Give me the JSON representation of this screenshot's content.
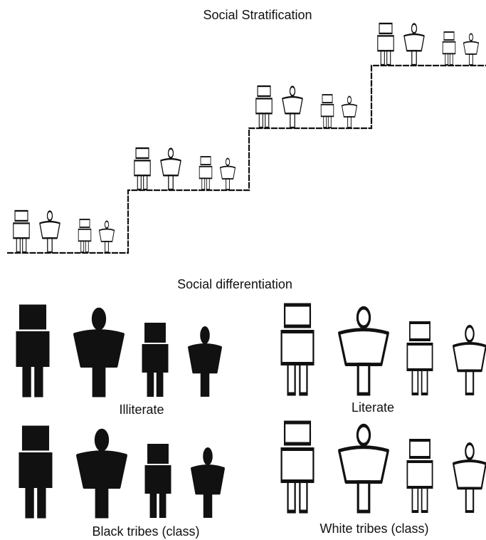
{
  "title_stratification": "Social Stratification",
  "title_differentiation": "Social differentiation",
  "group_labels": {
    "illiterate": "Illiterate",
    "literate": "Literate",
    "black_tribes": "Black tribes (class)",
    "white_tribes": "White tribes (class)"
  },
  "figure_set": [
    "man-figure",
    "woman-figure",
    "boy-figure",
    "girl-figure"
  ],
  "stair_levels": 4,
  "colors": {
    "ink": "#111111",
    "background": "#ffffff"
  }
}
